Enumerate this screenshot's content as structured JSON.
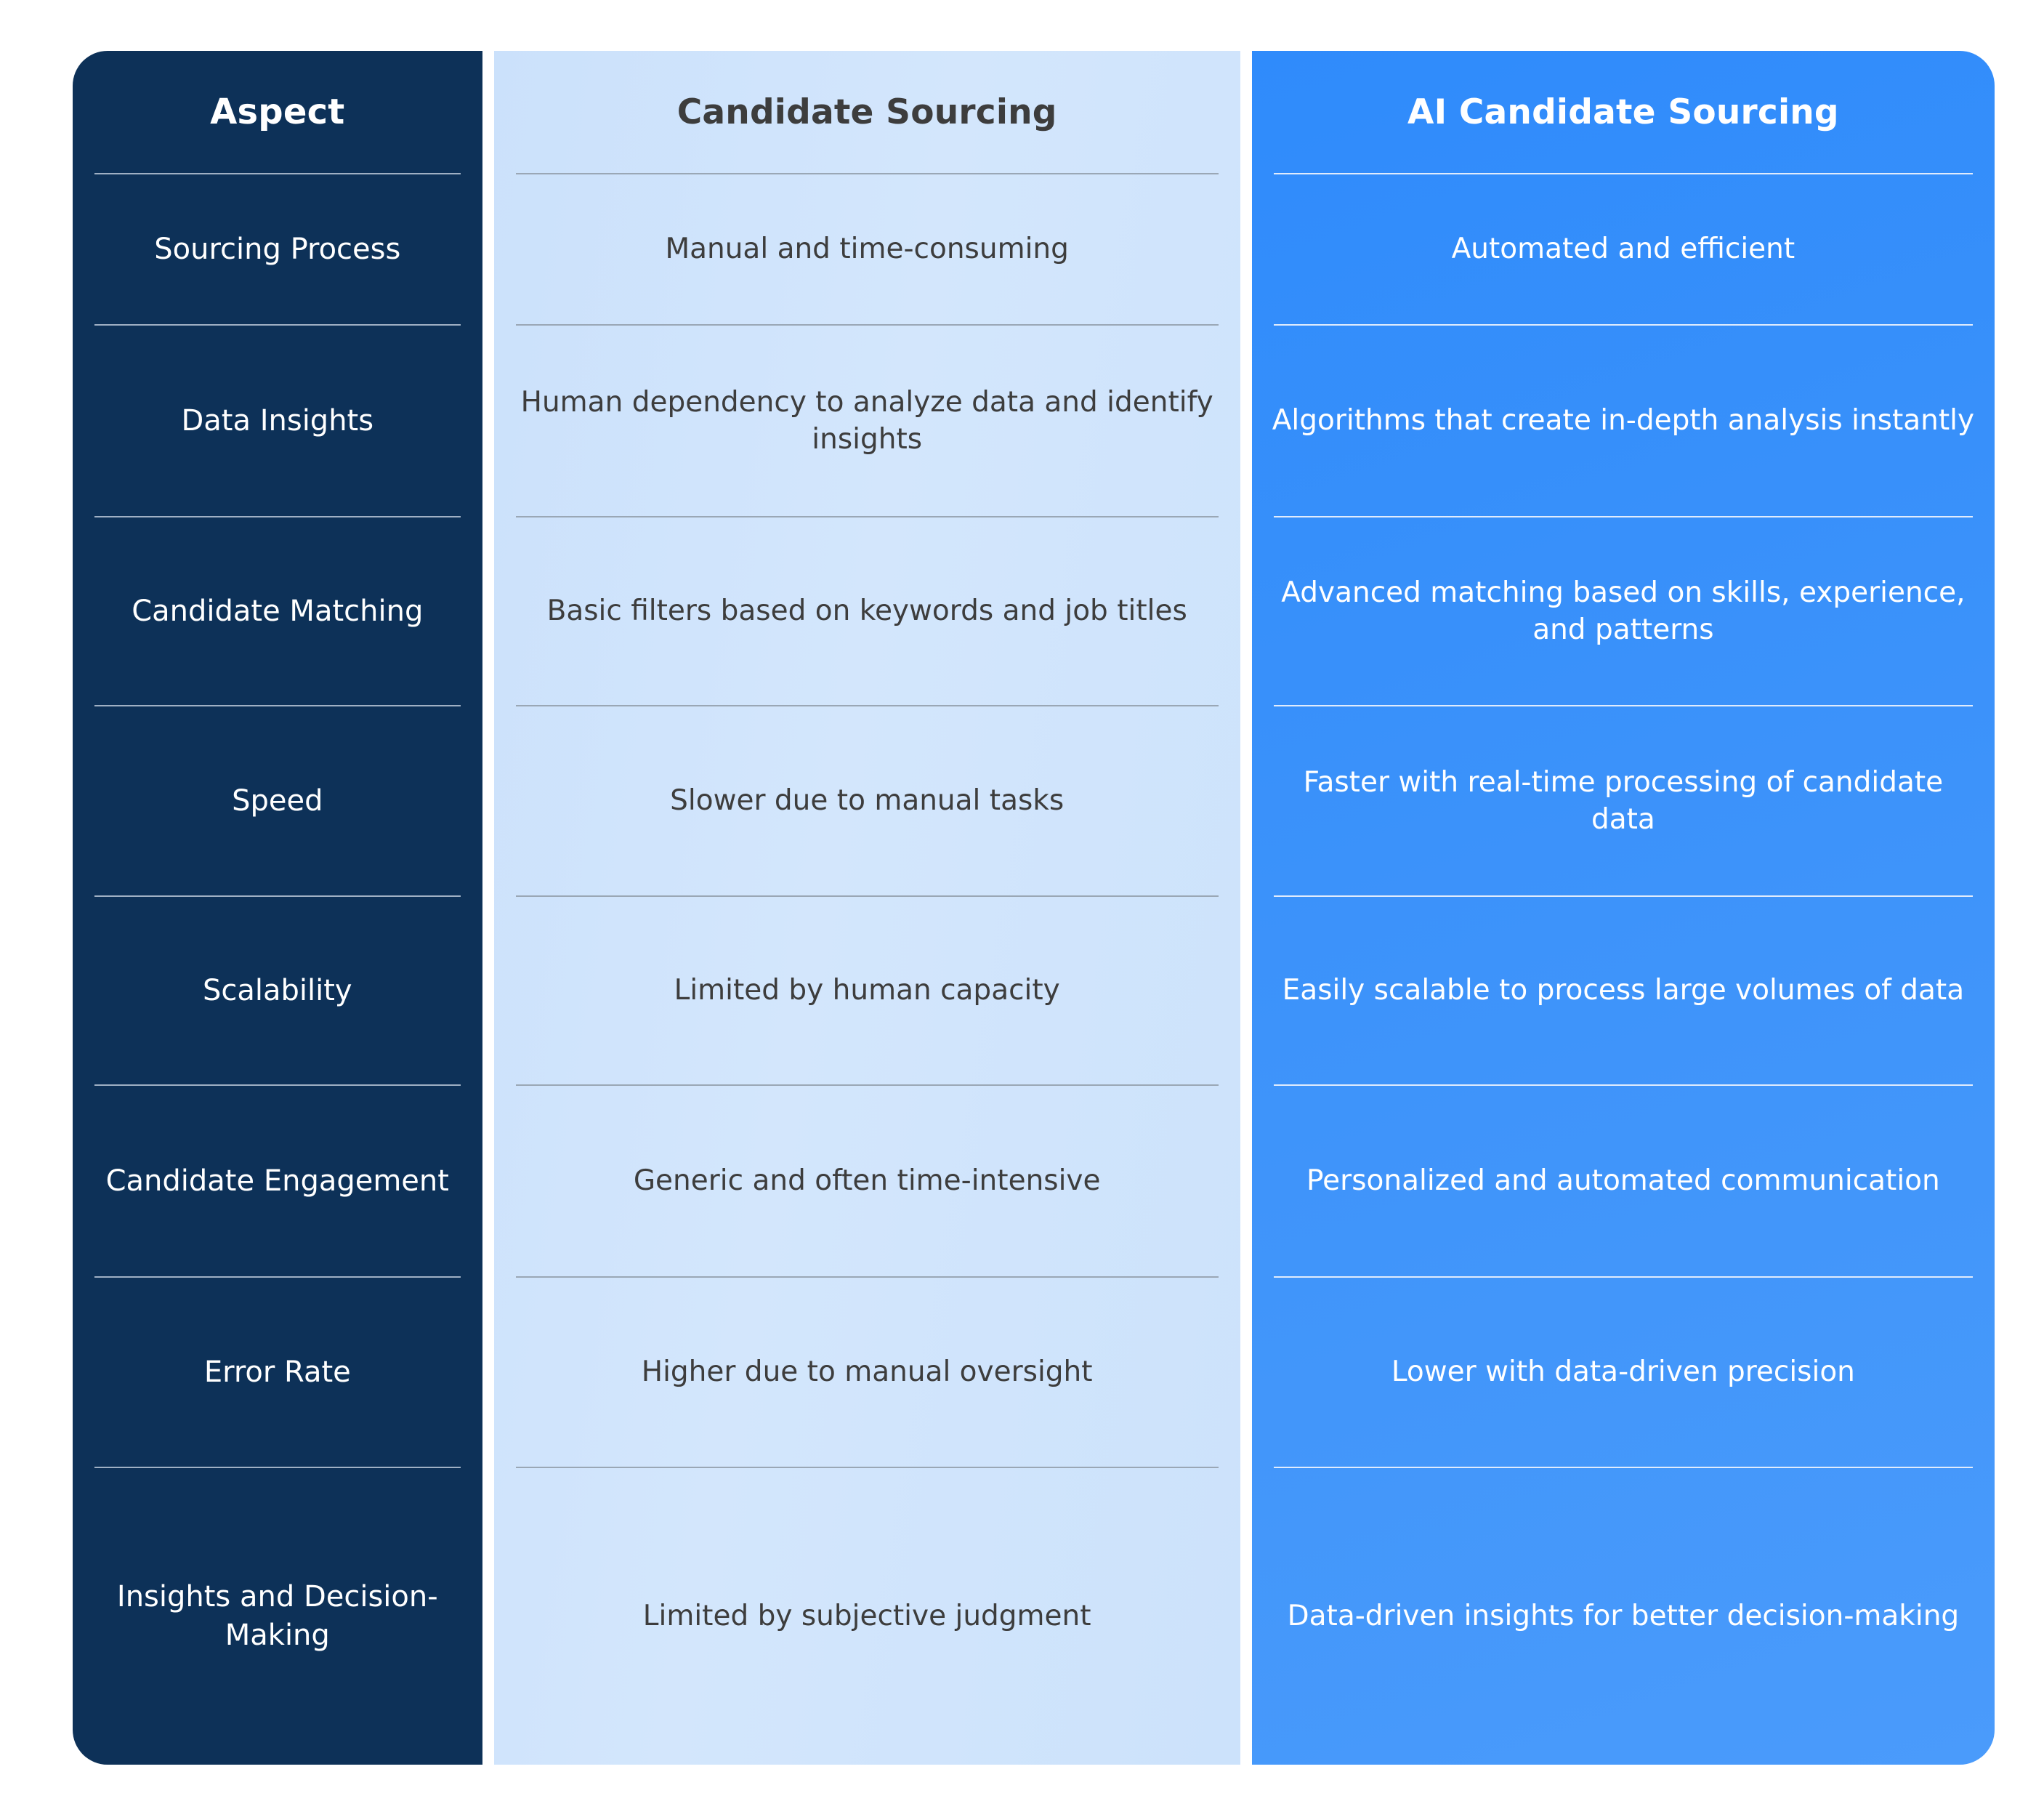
{
  "table": {
    "columns": [
      {
        "key": "aspect",
        "header": "Aspect",
        "accent": "#0d3158"
      },
      {
        "key": "manual",
        "header": "Candidate Sourcing",
        "accent": "#cfe3fb"
      },
      {
        "key": "ai",
        "header": "AI Candidate Sourcing",
        "accent": "#3b92fa"
      }
    ],
    "rows": [
      {
        "aspect": "Sourcing Process",
        "manual": "Manual and time-consuming",
        "ai": "Automated and efficient"
      },
      {
        "aspect": "Data Insights",
        "manual": "Human dependency to analyze data and identify insights",
        "ai": "Algorithms that create in-depth analysis instantly"
      },
      {
        "aspect": "Candidate Matching",
        "manual": "Basic filters based on keywords and job titles",
        "ai": "Advanced matching based on skills, experience, and patterns"
      },
      {
        "aspect": "Speed",
        "manual": "Slower due to manual tasks",
        "ai": "Faster with real-time processing of candidate data"
      },
      {
        "aspect": "Scalability",
        "manual": "Limited by human capacity",
        "ai": "Easily scalable to process large volumes of data"
      },
      {
        "aspect": "Candidate Engagement",
        "manual": "Generic and often time-intensive",
        "ai": "Personalized and automated communication"
      },
      {
        "aspect": "Error Rate",
        "manual": "Higher due to manual oversight",
        "ai": "Lower with data-driven precision"
      },
      {
        "aspect": "Insights and Decision-Making",
        "manual": "Limited by subjective judgment",
        "ai": "Data-driven insights for better decision-making"
      }
    ]
  },
  "colors": {
    "aspect_bg": "#0d3158",
    "manual_bg": "#cfe3fb",
    "ai_bg": "#3b92fa",
    "aspect_text": "#ffffff",
    "manual_text": "#3d3d3d",
    "ai_text": "#ffffff",
    "page_bg": "#ffffff"
  }
}
